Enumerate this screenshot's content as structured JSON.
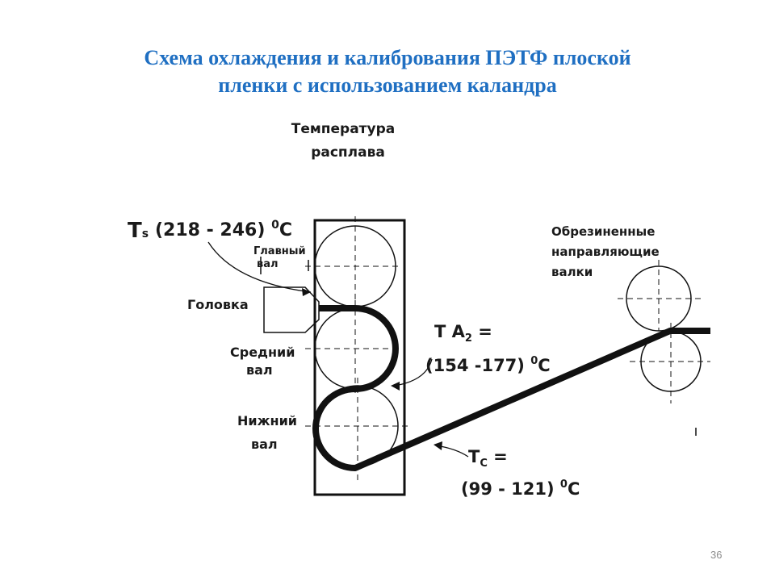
{
  "title": {
    "line1": "Схема охлаждения и калибрования ПЭТФ плоской",
    "line2": "пленки  с использованием каландра"
  },
  "labels": {
    "melt_temp_1": "Температура",
    "melt_temp_2": "расплава",
    "ts_main": "T",
    "ts_sub": "s",
    "ts_value": "(218 - 246) ",
    "ts_deg": "0",
    "ts_unit": "C",
    "main_roll_1": "Главный",
    "main_roll_2": "вал",
    "head": "Головка",
    "middle_roll_1": "Средний",
    "middle_roll_2": "вал",
    "bottom_roll_1": "Нижний",
    "bottom_roll_2": "вал",
    "ta2_main": "T A",
    "ta2_sub": "2",
    "ta2_eq": " =",
    "ta2_value": "(154 -177) ",
    "ta2_deg": "0",
    "ta2_unit": "C",
    "tc_main": "T",
    "tc_sub": "C",
    "tc_eq": " =",
    "tc_value": "(99 - 121) ",
    "tc_deg": "0",
    "tc_unit": "C",
    "guide_1": "Обрезиненные",
    "guide_2": "направляющие",
    "guide_3": "валки"
  },
  "page_number": "36"
}
